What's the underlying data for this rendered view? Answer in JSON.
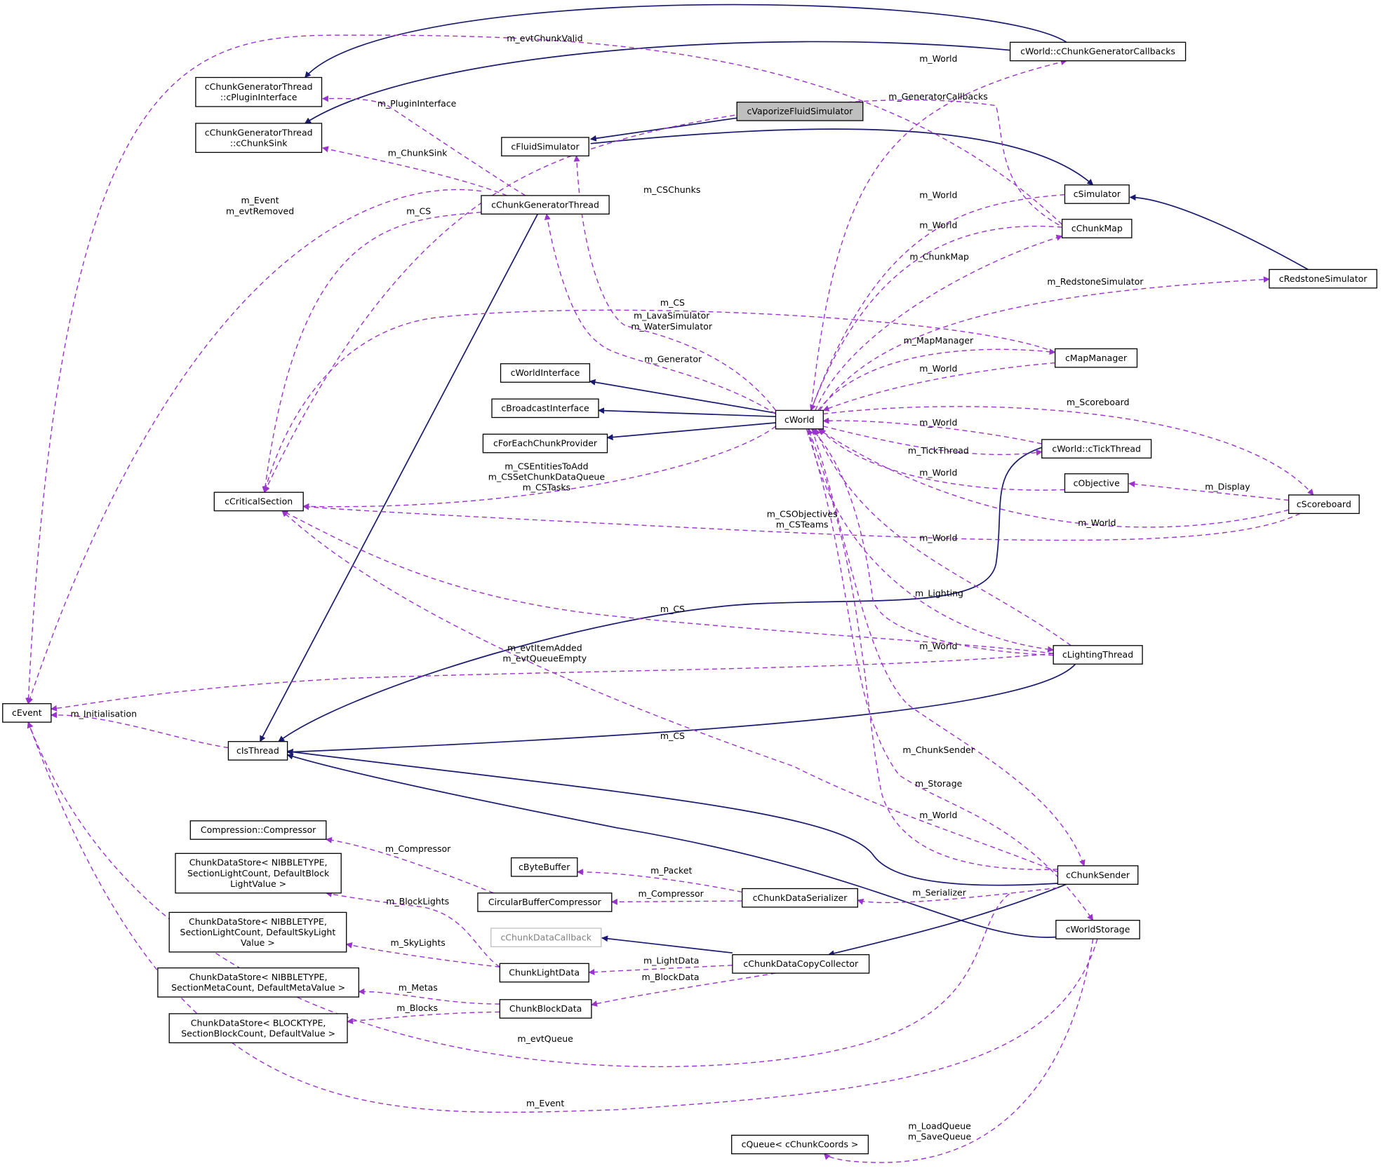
{
  "nodes": {
    "cWorld_cChunkGeneratorCallbacks": {
      "lines": [
        "cWorld::cChunkGeneratorCallbacks"
      ]
    },
    "cChunkGeneratorThread_cPluginInterface": {
      "lines": [
        "cChunkGeneratorThread",
        "::cPluginInterface"
      ]
    },
    "cVaporizeFluidSimulator": {
      "lines": [
        "cVaporizeFluidSimulator"
      ]
    },
    "cChunkGeneratorThread_cChunkSink": {
      "lines": [
        "cChunkGeneratorThread",
        "::cChunkSink"
      ]
    },
    "cFluidSimulator": {
      "lines": [
        "cFluidSimulator"
      ]
    },
    "cSimulator": {
      "lines": [
        "cSimulator"
      ]
    },
    "cChunkGeneratorThread": {
      "lines": [
        "cChunkGeneratorThread"
      ]
    },
    "cChunkMap": {
      "lines": [
        "cChunkMap"
      ]
    },
    "cRedstoneSimulator": {
      "lines": [
        "cRedstoneSimulator"
      ]
    },
    "cMapManager": {
      "lines": [
        "cMapManager"
      ]
    },
    "cWorldInterface": {
      "lines": [
        "cWorldInterface"
      ]
    },
    "cBroadcastInterface": {
      "lines": [
        "cBroadcastInterface"
      ]
    },
    "cWorld": {
      "lines": [
        "cWorld"
      ]
    },
    "cForEachChunkProvider": {
      "lines": [
        "cForEachChunkProvider"
      ]
    },
    "cWorld_cTickThread": {
      "lines": [
        "cWorld::cTickThread"
      ]
    },
    "cObjective": {
      "lines": [
        "cObjective"
      ]
    },
    "cCriticalSection": {
      "lines": [
        "cCriticalSection"
      ]
    },
    "cScoreboard": {
      "lines": [
        "cScoreboard"
      ]
    },
    "cLightingThread": {
      "lines": [
        "cLightingThread"
      ]
    },
    "cEvent": {
      "lines": [
        "cEvent"
      ]
    },
    "cIsThread": {
      "lines": [
        "cIsThread"
      ]
    },
    "Compression_Compressor": {
      "lines": [
        "Compression::Compressor"
      ]
    },
    "ChunkDataStore_BlockLight": {
      "lines": [
        "ChunkDataStore< NIBBLETYPE,",
        "SectionLightCount, DefaultBlock",
        "LightValue >"
      ]
    },
    "cByteBuffer": {
      "lines": [
        "cByteBuffer"
      ]
    },
    "cChunkSender": {
      "lines": [
        "cChunkSender"
      ]
    },
    "CircularBufferCompressor": {
      "lines": [
        "CircularBufferCompressor"
      ]
    },
    "cChunkDataSerializer": {
      "lines": [
        "cChunkDataSerializer"
      ]
    },
    "ChunkDataStore_SkyLight": {
      "lines": [
        "ChunkDataStore< NIBBLETYPE,",
        "SectionLightCount, DefaultSkyLight",
        "Value >"
      ]
    },
    "cWorldStorage": {
      "lines": [
        "cWorldStorage"
      ]
    },
    "cChunkDataCallback": {
      "lines": [
        "cChunkDataCallback"
      ]
    },
    "ChunkLightData": {
      "lines": [
        "ChunkLightData"
      ]
    },
    "cChunkDataCopyCollector": {
      "lines": [
        "cChunkDataCopyCollector"
      ]
    },
    "ChunkDataStore_Meta": {
      "lines": [
        "ChunkDataStore< NIBBLETYPE,",
        "SectionMetaCount, DefaultMetaValue >"
      ]
    },
    "ChunkBlockData": {
      "lines": [
        "ChunkBlockData"
      ]
    },
    "ChunkDataStore_Block": {
      "lines": [
        "ChunkDataStore< BLOCKTYPE,",
        "SectionBlockCount, DefaultValue >"
      ]
    },
    "cQueue_cChunkCoords": {
      "lines": [
        "cQueue< cChunkCoords >"
      ]
    }
  },
  "edge_labels": {
    "m_evtChunkValid": [
      "m_evtChunkValid"
    ],
    "m_World_callbacks": [
      "m_World"
    ],
    "m_GeneratorCallbacks": [
      "m_GeneratorCallbacks"
    ],
    "m_PluginInterface": [
      "m_PluginInterface"
    ],
    "m_ChunkSink": [
      "m_ChunkSink"
    ],
    "m_CSChunks": [
      "m_CSChunks"
    ],
    "m_Event_evtRemoved": [
      "m_Event",
      "m_evtRemoved"
    ],
    "m_CS_gen": [
      "m_CS"
    ],
    "m_World_simulator": [
      "m_World"
    ],
    "m_World_chunkmap": [
      "m_World"
    ],
    "m_ChunkMap": [
      "m_ChunkMap"
    ],
    "m_RedstoneSimulator": [
      "m_RedstoneSimulator"
    ],
    "m_CS_mapmanager": [
      "m_CS"
    ],
    "m_Lava_Water": [
      "m_LavaSimulator",
      "m_WaterSimulator"
    ],
    "m_MapManager": [
      "m_MapManager"
    ],
    "m_Generator": [
      "m_Generator"
    ],
    "m_World_mapmanager": [
      "m_World"
    ],
    "m_Scoreboard": [
      "m_Scoreboard"
    ],
    "m_World_tick": [
      "m_World"
    ],
    "m_TickThread": [
      "m_TickThread"
    ],
    "m_CSEntities": [
      "m_CSEntitiesToAdd",
      "m_CSSetChunkDataQueue",
      "m_CSTasks"
    ],
    "m_World_objective": [
      "m_World"
    ],
    "m_Display": [
      "m_Display"
    ],
    "m_CSObjectives": [
      "m_CSObjectives",
      "m_CSTeams"
    ],
    "m_World_scoreboard": [
      "m_World"
    ],
    "m_World_scoreboard2": [
      "m_World"
    ],
    "m_Lighting": [
      "m_Lighting"
    ],
    "m_CS_lighting": [
      "m_CS"
    ],
    "m_evtItemAdded": [
      "m_evtItemAdded",
      "m_evtQueueEmpty"
    ],
    "m_World_lighting": [
      "m_World"
    ],
    "m_Initialisation": [
      "m_Initialisation"
    ],
    "m_CS_sender": [
      "m_CS"
    ],
    "m_ChunkSender": [
      "m_ChunkSender"
    ],
    "m_Storage": [
      "m_Storage"
    ],
    "m_World_storage": [
      "m_World"
    ],
    "m_Compressor_circ": [
      "m_Compressor"
    ],
    "m_Packet": [
      "m_Packet"
    ],
    "m_BlockLights": [
      "m_BlockLights"
    ],
    "m_Compressor_ser": [
      "m_Compressor"
    ],
    "m_Serializer": [
      "m_Serializer"
    ],
    "m_SkyLights": [
      "m_SkyLights"
    ],
    "m_LightData": [
      "m_LightData"
    ],
    "m_BlockData": [
      "m_BlockData"
    ],
    "m_Metas": [
      "m_Metas"
    ],
    "m_Blocks": [
      "m_Blocks"
    ],
    "m_evtQueue": [
      "m_evtQueue"
    ],
    "m_Event_storage": [
      "m_Event"
    ],
    "m_Load_Save": [
      "m_LoadQueue",
      "m_SaveQueue"
    ]
  },
  "colors": {
    "inheritance_edge": "#191970",
    "usage_edge": "#9a32cd",
    "highlighted_node_fill": "#bfbfbf",
    "faded_node_border": "#bfbfbf"
  }
}
